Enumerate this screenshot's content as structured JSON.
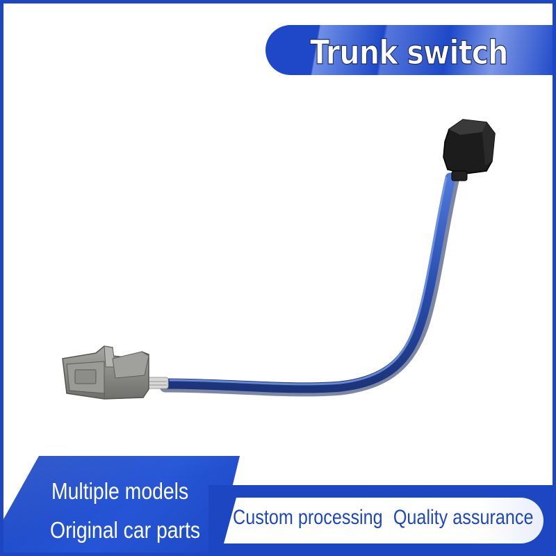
{
  "title": "Trunk switch",
  "features_left": [
    "Multiple models",
    "Original car parts"
  ],
  "features_right": [
    "Custom processing",
    "Quality assurance"
  ],
  "colors": {
    "brand_blue": "#1d47c2",
    "cable_blue": "#2a4fb0",
    "connector_gray": "#8a8a86",
    "connector_black": "#1a1a1a",
    "background": "#ffffff"
  }
}
